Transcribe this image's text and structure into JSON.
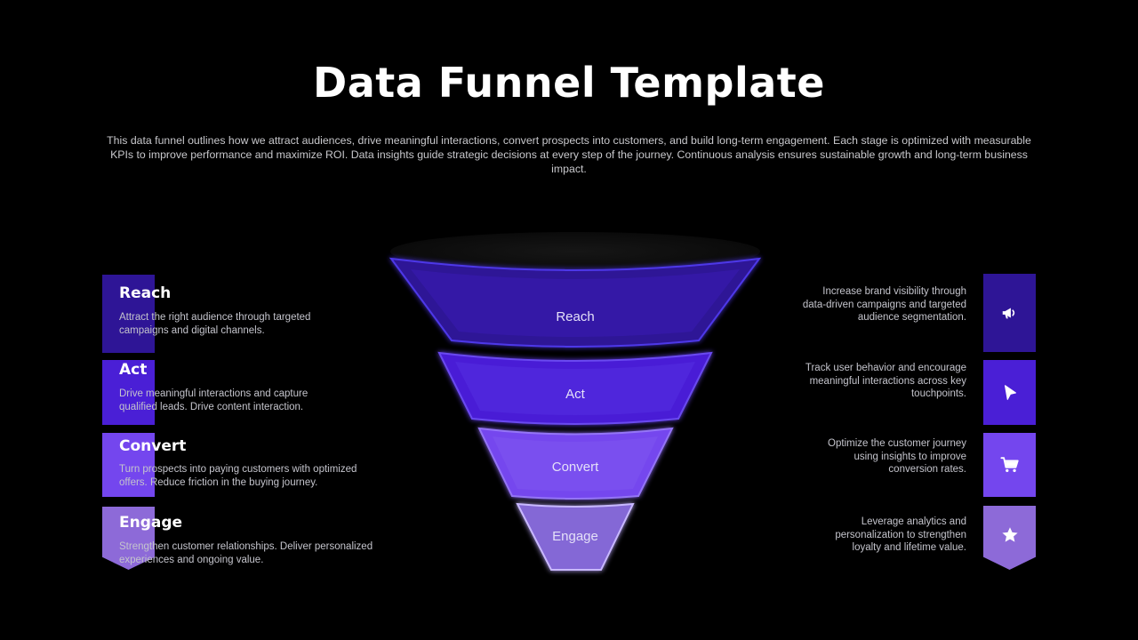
{
  "slide": {
    "title": "Data Funnel Template",
    "description": "This data funnel outlines how we attract audiences, drive meaningful interactions, convert prospects into customers, and build long-term engagement. Each stage is optimized with measurable KPIs to improve performance and maximize ROI. Data insights guide strategic decisions at every step of the journey. Continuous analysis ensures sustainable growth and long-term business impact."
  },
  "stages": [
    {
      "label": "Reach",
      "left_text": "Attract the right audience through targeted campaigns and digital channels.",
      "right_text": "Increase brand visibility through data-driven campaigns and targeted audience segmentation.",
      "icon": "megaphone-icon",
      "color": "#2e1596"
    },
    {
      "label": "Act",
      "left_text": "Drive meaningful interactions and capture qualified leads. Drive content interaction.",
      "right_text": "Track user behavior and encourage meaningful interactions across key touchpoints.",
      "icon": "cursor-icon",
      "color": "#4a1fd6"
    },
    {
      "label": "Convert",
      "left_text": "Turn prospects into paying customers with optimized offers. Reduce friction in the buying journey.",
      "right_text": "Optimize the customer journey using insights to improve conversion rates.",
      "icon": "shopping-cart-icon",
      "color": "#7446ee"
    },
    {
      "label": "Engage",
      "left_text": "Strengthen customer relationships. Deliver personalized experiences and ongoing value.",
      "right_text": "Leverage analytics and personalization to strengthen loyalty and lifetime value.",
      "icon": "star-icon",
      "color": "#8d6ad8"
    }
  ]
}
